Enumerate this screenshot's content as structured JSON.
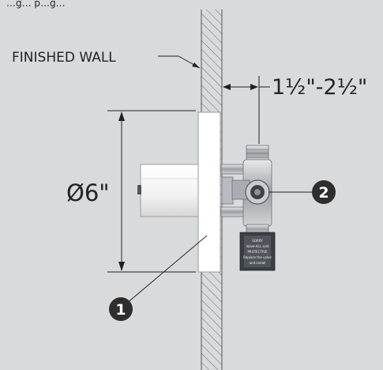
{
  "colors": {
    "background": "#d9dadb",
    "wall_hatch": "#6a6a6a",
    "trim_plate": "#ffffff",
    "callout_fill": "#2e2e2e",
    "line": "#222222"
  },
  "labels": {
    "top_text": "…g… p…g…",
    "finished_wall": "FINISHED WALL",
    "depth_dim": "1½\"-2½\"",
    "diameter_dim": "Ø6\""
  },
  "callouts": [
    {
      "number": "1"
    },
    {
      "number": "2"
    }
  ],
  "valve_tag": {
    "lines": [
      "SORRY",
      "Valve-ALL sold",
      "PROTECTIVE",
      "Replace the valve",
      "and install"
    ]
  }
}
